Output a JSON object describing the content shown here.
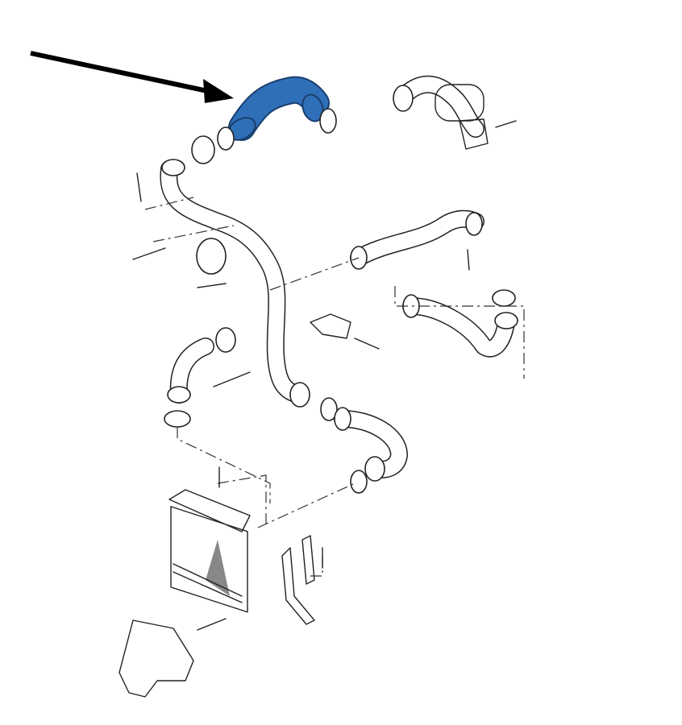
{
  "diagram": {
    "type": "exploded-parts-diagram",
    "highlight_color": "#2e6fb8",
    "highlight_outline_color": "#1a3f6e",
    "line_color": "#222222",
    "background_color": "#ffffff",
    "icons": [
      "pointer-arrow",
      "highlighted-hose",
      "intercooler",
      "gasket-ring",
      "bolt",
      "hose-clamp"
    ]
  }
}
